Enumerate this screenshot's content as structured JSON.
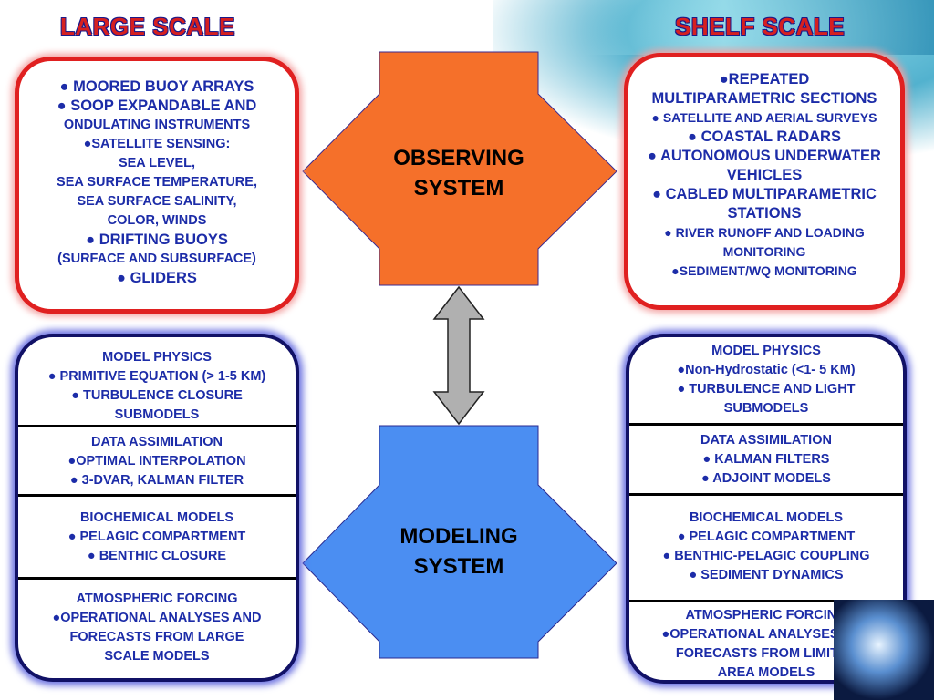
{
  "headings": {
    "left": "LARGE SCALE",
    "right": "SHELF  SCALE"
  },
  "center": {
    "observing_line1": "OBSERVING",
    "observing_line2": "SYSTEM",
    "modeling_line1": "MODELING",
    "modeling_line2": "SYSTEM"
  },
  "colors": {
    "observing_fill": "#f5702a",
    "modeling_fill": "#4b8ef2",
    "link_arrow": "#b0b0b0",
    "heading_red": "#d62020",
    "text_blue": "#1c2ca8"
  },
  "large_observing": [
    "● MOORED BUOY ARRAYS",
    "● SOOP EXPANDABLE AND",
    "ONDULATING  INSTRUMENTS",
    "●SATELLITE SENSING:",
    "SEA LEVEL,",
    "SEA SURFACE TEMPERATURE,",
    "SEA SURFACE SALINITY,",
    "COLOR, WINDS",
    "● DRIFTING BUOYS",
    "(SURFACE AND SUBSURFACE)",
    "● GLIDERS"
  ],
  "shelf_observing": [
    "●REPEATED",
    "MULTIPARAMETRIC SECTIONS",
    "● SATELLITE AND AERIAL SURVEYS",
    "● COASTAL RADARS",
    "● AUTONOMOUS UNDERWATER",
    "VEHICLES",
    "● CABLED MULTIPARAMETRIC",
    "STATIONS",
    "● RIVER RUNOFF AND LOADING",
    "MONITORING",
    "●SEDIMENT/WQ MONITORING"
  ],
  "large_modeling": {
    "physics": [
      "MODEL PHYSICS",
      "● PRIMITIVE EQUATION (> 1-5 KM)",
      "● TURBULENCE CLOSURE",
      "SUBMODELS"
    ],
    "assimilation": [
      "DATA ASSIMILATION",
      "●OPTIMAL INTERPOLATION",
      "● 3-DVAR, KALMAN FILTER"
    ],
    "biochemical": [
      "BIOCHEMICAL MODELS",
      "● PELAGIC COMPARTMENT",
      "● BENTHIC CLOSURE"
    ],
    "atmospheric": [
      "ATMOSPHERIC FORCING",
      "●OPERATIONAL ANALYSES AND",
      "FORECASTS FROM  LARGE",
      "SCALE MODELS"
    ]
  },
  "shelf_modeling": {
    "physics": [
      "MODEL PHYSICS",
      "●Non-Hydrostatic (<1- 5 KM)",
      "● TURBULENCE AND LIGHT",
      "SUBMODELS"
    ],
    "assimilation": [
      "DATA ASSIMILATION",
      "● KALMAN FILTERS",
      "● ADJOINT MODELS"
    ],
    "biochemical": [
      "BIOCHEMICAL MODELS",
      "● PELAGIC COMPARTMENT",
      "● BENTHIC-PELAGIC COUPLING",
      "● SEDIMENT DYNAMICS"
    ],
    "atmospheric": [
      "ATMOSPHERIC FORCING",
      "●OPERATIONAL ANALYSES  AND",
      "FORECASTS FROM LIMITED",
      "AREA MODELS"
    ]
  }
}
